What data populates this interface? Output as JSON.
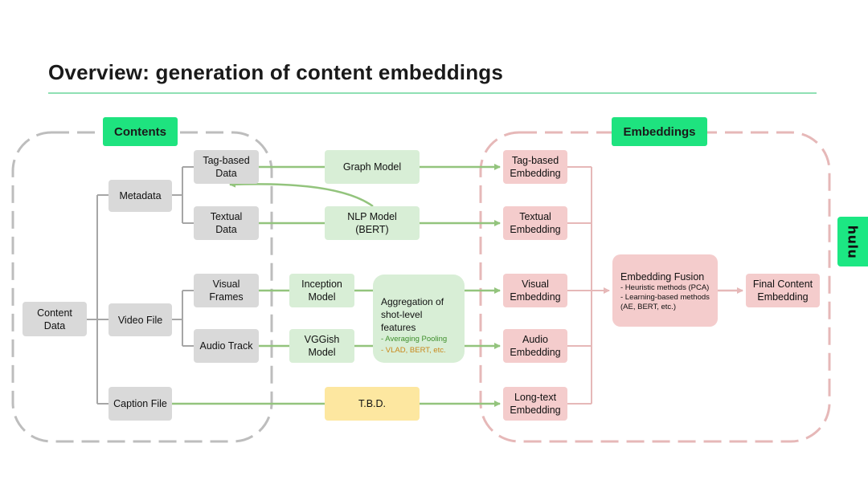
{
  "page": {
    "title": "Overview: generation of content embeddings",
    "accent": "#1ee37f"
  },
  "sections": {
    "contents": "Contents",
    "embeddings": "Embeddings"
  },
  "nodes": {
    "content_data": "Content\nData",
    "metadata": "Metadata",
    "video_file": "Video File",
    "caption_file": "Caption File",
    "tag_based_data": "Tag-based\nData",
    "textual_data": "Textual\nData",
    "visual_frames": "Visual\nFrames",
    "audio_track": "Audio Track",
    "graph_model": "Graph Model",
    "nlp_model": "NLP Model\n(BERT)",
    "inception_model": "Inception\nModel",
    "vggish_model": "VGGish\nModel",
    "tbd": "T.B.D.",
    "tag_based_embedding": "Tag-based\nEmbedding",
    "textual_embedding": "Textual\nEmbedding",
    "visual_embedding": "Visual\nEmbedding",
    "audio_embedding": "Audio\nEmbedding",
    "long_text_embedding": "Long-text\nEmbedding",
    "final_content_embedding": "Final Content\nEmbedding"
  },
  "aggregation": {
    "title": "Aggregation of\nshot-level features",
    "method_1": "- Averaging Pooling",
    "method_2": "- VLAD, BERT, etc.",
    "method_1_color": "#3f8f2c",
    "method_2_color": "#c9871a"
  },
  "fusion": {
    "title": "Embedding Fusion",
    "line_1": "- Heuristic methods (PCA)",
    "line_2": "- Learning-based methods",
    "line_3": "(AE, BERT, etc.)"
  },
  "brand": {
    "logo_text": "hulu",
    "color": "#1ce783"
  },
  "colors": {
    "gray_node": "#d9d9d9",
    "green_node": "#d8eed6",
    "pink_node": "#f4cccc",
    "yellow_node": "#fde7a0",
    "green_arrow": "#93c47d",
    "tree_line": "#a6a6a6",
    "pink_line": "#e6b8b8"
  }
}
